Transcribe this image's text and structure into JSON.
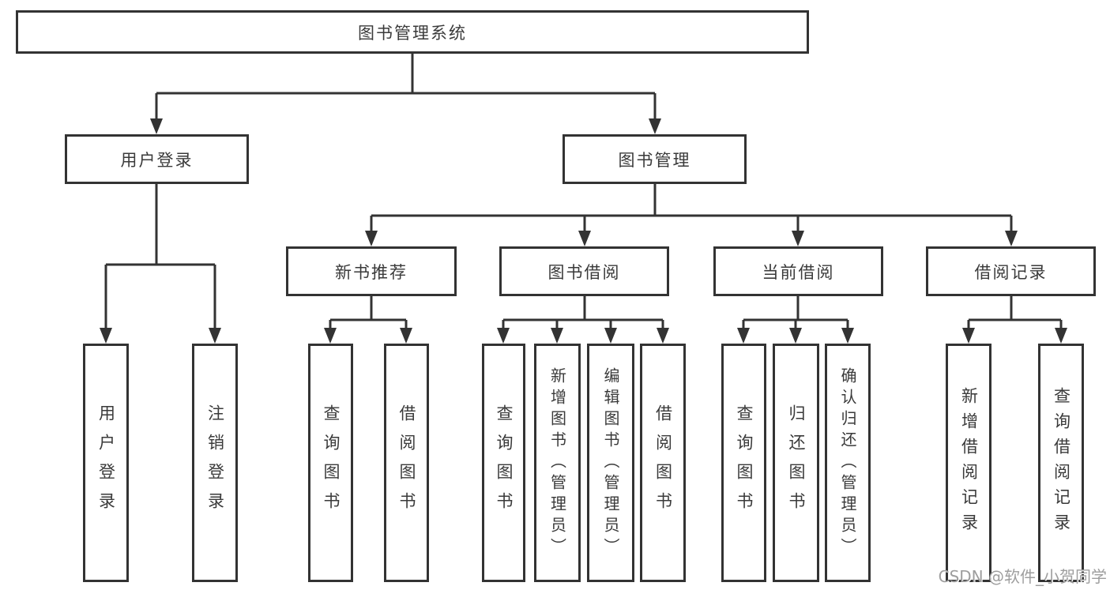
{
  "tree": {
    "root": {
      "label": "图书管理系统",
      "children": [
        {
          "label": "用户登录",
          "children": [
            {
              "label": "用户登录"
            },
            {
              "label": "注销登录"
            }
          ]
        },
        {
          "label": "图书管理",
          "children": [
            {
              "label": "新书推荐",
              "children": [
                {
                  "label": "查询图书"
                },
                {
                  "label": "借阅图书"
                }
              ]
            },
            {
              "label": "图书借阅",
              "children": [
                {
                  "label": "查询图书"
                },
                {
                  "label": "新增图书（管理员）"
                },
                {
                  "label": "编辑图书（管理员）"
                },
                {
                  "label": "借阅图书"
                }
              ]
            },
            {
              "label": "当前借阅",
              "children": [
                {
                  "label": "查询图书"
                },
                {
                  "label": "归还图书"
                },
                {
                  "label": "确认归还（管理员）"
                }
              ]
            },
            {
              "label": "借阅记录",
              "children": [
                {
                  "label": "新增借阅记录"
                },
                {
                  "label": "查询借阅记录"
                }
              ]
            }
          ]
        }
      ]
    }
  },
  "watermark": {
    "text": "CSDN @软件_小贺同学"
  },
  "colors": {
    "line": "#333333",
    "box_border": "#333333",
    "text": "#3a3a3a",
    "background": "#ffffff",
    "watermark": "#9e9e9e"
  }
}
